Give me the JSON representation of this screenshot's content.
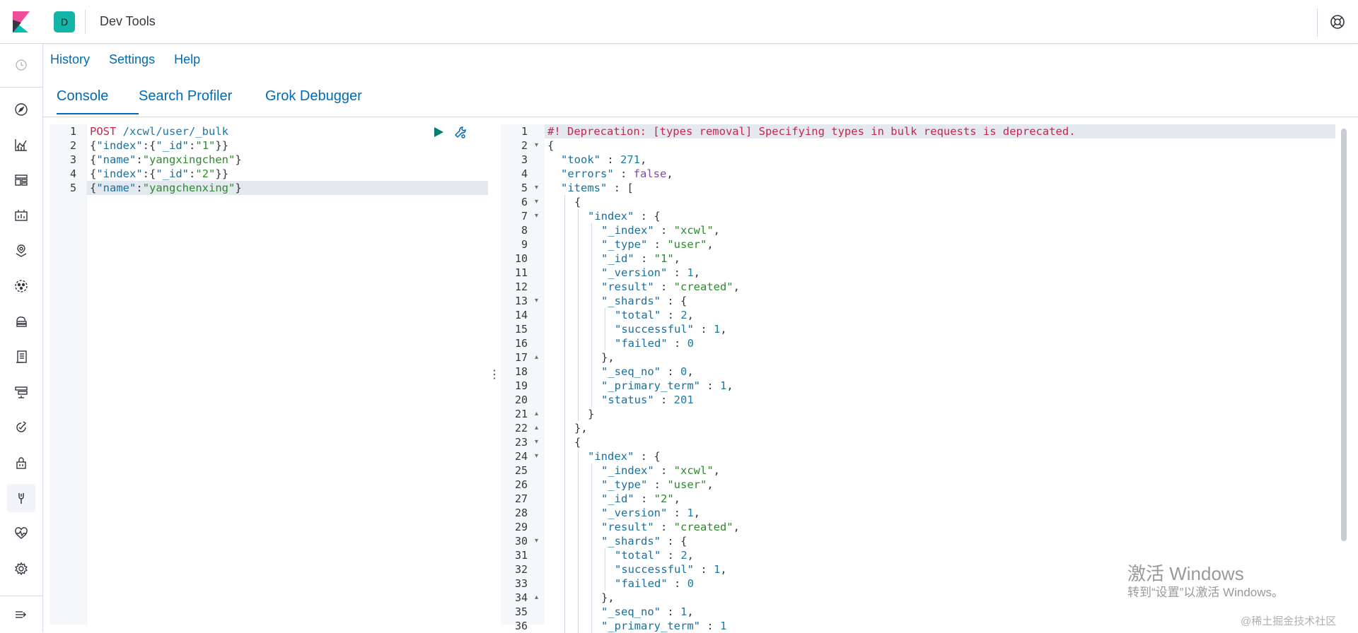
{
  "app": {
    "title": "Dev Tools",
    "space_initial": "D"
  },
  "menu": {
    "history": "History",
    "settings": "Settings",
    "help": "Help"
  },
  "tabs": [
    {
      "label": "Console",
      "active": true
    },
    {
      "label": "Search Profiler",
      "active": false
    },
    {
      "label": "Grok Debugger",
      "active": false
    }
  ],
  "request": {
    "lines": [
      {
        "n": "1",
        "parts": [
          [
            "kw",
            "POST "
          ],
          [
            "url",
            "/xcwl/user/_bulk"
          ]
        ]
      },
      {
        "n": "2",
        "parts": [
          [
            "punc",
            "{"
          ],
          [
            "key",
            "\"index\""
          ],
          [
            "punc",
            ":{"
          ],
          [
            "key",
            "\"_id\""
          ],
          [
            "punc",
            ":"
          ],
          [
            "str",
            "\"1\""
          ],
          [
            "punc",
            "}}"
          ]
        ]
      },
      {
        "n": "3",
        "parts": [
          [
            "punc",
            "{"
          ],
          [
            "key",
            "\"name\""
          ],
          [
            "punc",
            ":"
          ],
          [
            "str",
            "\"yangxingchen\""
          ],
          [
            "punc",
            "}"
          ]
        ]
      },
      {
        "n": "4",
        "parts": [
          [
            "punc",
            "{"
          ],
          [
            "key",
            "\"index\""
          ],
          [
            "punc",
            ":{"
          ],
          [
            "key",
            "\"_id\""
          ],
          [
            "punc",
            ":"
          ],
          [
            "str",
            "\"2\""
          ],
          [
            "punc",
            "}}"
          ]
        ]
      },
      {
        "n": "5",
        "parts": [
          [
            "punc",
            "{"
          ],
          [
            "key",
            "\"name\""
          ],
          [
            "punc",
            ":"
          ],
          [
            "str",
            "\"yangchenxing\""
          ],
          [
            "punc",
            "}"
          ]
        ]
      }
    ]
  },
  "response": {
    "lines": [
      {
        "n": "1",
        "f": "",
        "i": 0,
        "parts": [
          [
            "kw",
            "#! Deprecation: [types removal] Specifying types in bulk requests is deprecated."
          ]
        ]
      },
      {
        "n": "2",
        "f": "▾",
        "i": 0,
        "parts": [
          [
            "punc",
            "{"
          ]
        ]
      },
      {
        "n": "3",
        "f": "",
        "i": 1,
        "parts": [
          [
            "key",
            "\"took\""
          ],
          [
            "punc",
            " : "
          ],
          [
            "num",
            "271"
          ],
          [
            "punc",
            ","
          ]
        ]
      },
      {
        "n": "4",
        "f": "",
        "i": 1,
        "parts": [
          [
            "key",
            "\"errors\""
          ],
          [
            "punc",
            " : "
          ],
          [
            "bool",
            "false"
          ],
          [
            "punc",
            ","
          ]
        ]
      },
      {
        "n": "5",
        "f": "▾",
        "i": 1,
        "parts": [
          [
            "key",
            "\"items\""
          ],
          [
            "punc",
            " : ["
          ]
        ]
      },
      {
        "n": "6",
        "f": "▾",
        "i": 2,
        "parts": [
          [
            "punc",
            "{"
          ]
        ]
      },
      {
        "n": "7",
        "f": "▾",
        "i": 3,
        "parts": [
          [
            "key",
            "\"index\""
          ],
          [
            "punc",
            " : {"
          ]
        ]
      },
      {
        "n": "8",
        "f": "",
        "i": 4,
        "parts": [
          [
            "key",
            "\"_index\""
          ],
          [
            "punc",
            " : "
          ],
          [
            "str",
            "\"xcwl\""
          ],
          [
            "punc",
            ","
          ]
        ]
      },
      {
        "n": "9",
        "f": "",
        "i": 4,
        "parts": [
          [
            "key",
            "\"_type\""
          ],
          [
            "punc",
            " : "
          ],
          [
            "str",
            "\"user\""
          ],
          [
            "punc",
            ","
          ]
        ]
      },
      {
        "n": "10",
        "f": "",
        "i": 4,
        "parts": [
          [
            "key",
            "\"_id\""
          ],
          [
            "punc",
            " : "
          ],
          [
            "str",
            "\"1\""
          ],
          [
            "punc",
            ","
          ]
        ]
      },
      {
        "n": "11",
        "f": "",
        "i": 4,
        "parts": [
          [
            "key",
            "\"_version\""
          ],
          [
            "punc",
            " : "
          ],
          [
            "num",
            "1"
          ],
          [
            "punc",
            ","
          ]
        ]
      },
      {
        "n": "12",
        "f": "",
        "i": 4,
        "parts": [
          [
            "key",
            "\"result\""
          ],
          [
            "punc",
            " : "
          ],
          [
            "str",
            "\"created\""
          ],
          [
            "punc",
            ","
          ]
        ]
      },
      {
        "n": "13",
        "f": "▾",
        "i": 4,
        "parts": [
          [
            "key",
            "\"_shards\""
          ],
          [
            "punc",
            " : {"
          ]
        ]
      },
      {
        "n": "14",
        "f": "",
        "i": 5,
        "parts": [
          [
            "key",
            "\"total\""
          ],
          [
            "punc",
            " : "
          ],
          [
            "num",
            "2"
          ],
          [
            "punc",
            ","
          ]
        ]
      },
      {
        "n": "15",
        "f": "",
        "i": 5,
        "parts": [
          [
            "key",
            "\"successful\""
          ],
          [
            "punc",
            " : "
          ],
          [
            "num",
            "1"
          ],
          [
            "punc",
            ","
          ]
        ]
      },
      {
        "n": "16",
        "f": "",
        "i": 5,
        "parts": [
          [
            "key",
            "\"failed\""
          ],
          [
            "punc",
            " : "
          ],
          [
            "num",
            "0"
          ]
        ]
      },
      {
        "n": "17",
        "f": "▴",
        "i": 4,
        "parts": [
          [
            "punc",
            "},"
          ]
        ]
      },
      {
        "n": "18",
        "f": "",
        "i": 4,
        "parts": [
          [
            "key",
            "\"_seq_no\""
          ],
          [
            "punc",
            " : "
          ],
          [
            "num",
            "0"
          ],
          [
            "punc",
            ","
          ]
        ]
      },
      {
        "n": "19",
        "f": "",
        "i": 4,
        "parts": [
          [
            "key",
            "\"_primary_term\""
          ],
          [
            "punc",
            " : "
          ],
          [
            "num",
            "1"
          ],
          [
            "punc",
            ","
          ]
        ]
      },
      {
        "n": "20",
        "f": "",
        "i": 4,
        "parts": [
          [
            "key",
            "\"status\""
          ],
          [
            "punc",
            " : "
          ],
          [
            "num",
            "201"
          ]
        ]
      },
      {
        "n": "21",
        "f": "▴",
        "i": 3,
        "parts": [
          [
            "punc",
            "}"
          ]
        ]
      },
      {
        "n": "22",
        "f": "▴",
        "i": 2,
        "parts": [
          [
            "punc",
            "},"
          ]
        ]
      },
      {
        "n": "23",
        "f": "▾",
        "i": 2,
        "parts": [
          [
            "punc",
            "{"
          ]
        ]
      },
      {
        "n": "24",
        "f": "▾",
        "i": 3,
        "parts": [
          [
            "key",
            "\"index\""
          ],
          [
            "punc",
            " : {"
          ]
        ]
      },
      {
        "n": "25",
        "f": "",
        "i": 4,
        "parts": [
          [
            "key",
            "\"_index\""
          ],
          [
            "punc",
            " : "
          ],
          [
            "str",
            "\"xcwl\""
          ],
          [
            "punc",
            ","
          ]
        ]
      },
      {
        "n": "26",
        "f": "",
        "i": 4,
        "parts": [
          [
            "key",
            "\"_type\""
          ],
          [
            "punc",
            " : "
          ],
          [
            "str",
            "\"user\""
          ],
          [
            "punc",
            ","
          ]
        ]
      },
      {
        "n": "27",
        "f": "",
        "i": 4,
        "parts": [
          [
            "key",
            "\"_id\""
          ],
          [
            "punc",
            " : "
          ],
          [
            "str",
            "\"2\""
          ],
          [
            "punc",
            ","
          ]
        ]
      },
      {
        "n": "28",
        "f": "",
        "i": 4,
        "parts": [
          [
            "key",
            "\"_version\""
          ],
          [
            "punc",
            " : "
          ],
          [
            "num",
            "1"
          ],
          [
            "punc",
            ","
          ]
        ]
      },
      {
        "n": "29",
        "f": "",
        "i": 4,
        "parts": [
          [
            "key",
            "\"result\""
          ],
          [
            "punc",
            " : "
          ],
          [
            "str",
            "\"created\""
          ],
          [
            "punc",
            ","
          ]
        ]
      },
      {
        "n": "30",
        "f": "▾",
        "i": 4,
        "parts": [
          [
            "key",
            "\"_shards\""
          ],
          [
            "punc",
            " : {"
          ]
        ]
      },
      {
        "n": "31",
        "f": "",
        "i": 5,
        "parts": [
          [
            "key",
            "\"total\""
          ],
          [
            "punc",
            " : "
          ],
          [
            "num",
            "2"
          ],
          [
            "punc",
            ","
          ]
        ]
      },
      {
        "n": "32",
        "f": "",
        "i": 5,
        "parts": [
          [
            "key",
            "\"successful\""
          ],
          [
            "punc",
            " : "
          ],
          [
            "num",
            "1"
          ],
          [
            "punc",
            ","
          ]
        ]
      },
      {
        "n": "33",
        "f": "",
        "i": 5,
        "parts": [
          [
            "key",
            "\"failed\""
          ],
          [
            "punc",
            " : "
          ],
          [
            "num",
            "0"
          ]
        ]
      },
      {
        "n": "34",
        "f": "▴",
        "i": 4,
        "parts": [
          [
            "punc",
            "},"
          ]
        ]
      },
      {
        "n": "35",
        "f": "",
        "i": 4,
        "parts": [
          [
            "key",
            "\"_seq_no\""
          ],
          [
            "punc",
            " : "
          ],
          [
            "num",
            "1"
          ],
          [
            "punc",
            ","
          ]
        ]
      },
      {
        "n": "36",
        "f": "",
        "i": 4,
        "parts": [
          [
            "key",
            "\"_primary_term\""
          ],
          [
            "punc",
            " : "
          ],
          [
            "num",
            "1"
          ]
        ]
      }
    ]
  },
  "watermark": {
    "line1": "激活 Windows",
    "line2": "转到“设置”以激活 Windows。"
  },
  "credit": "@稀土掘金技术社区",
  "colors": {
    "accent": "#006bb4",
    "space_badge": "#13b5a8"
  }
}
